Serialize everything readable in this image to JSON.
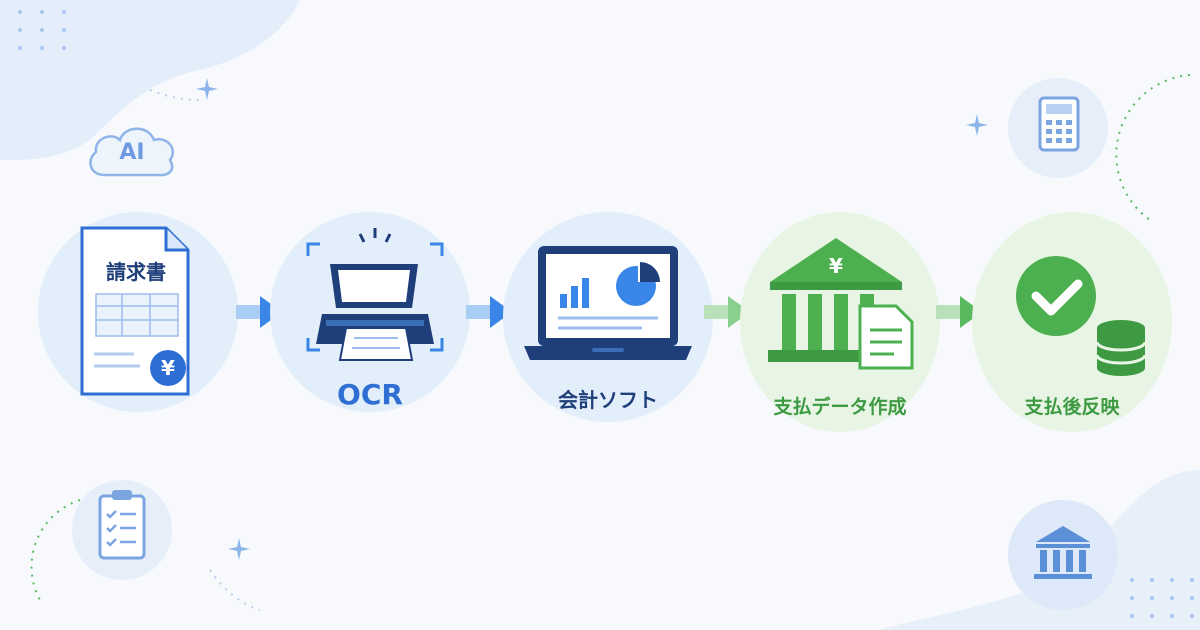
{
  "cloud_badge": "AI",
  "steps": [
    {
      "id": "invoice",
      "doc_title": "請求書",
      "currency": "¥"
    },
    {
      "id": "ocr",
      "label": "OCR"
    },
    {
      "id": "accounting",
      "label": "会計ソフト"
    },
    {
      "id": "payment",
      "label": "支払データ作成",
      "currency": "¥"
    },
    {
      "id": "reflect",
      "label": "支払後反映"
    }
  ],
  "colors": {
    "blue": "#3a86e8",
    "dark_blue": "#1f3f7a",
    "green": "#4caf50",
    "circle_blue": "#e3eefb",
    "circle_green": "#e8f5e4",
    "arrow_blue": "#4a9af0",
    "arrow_green": "#6cc070"
  },
  "icons": [
    "cloud-icon",
    "document-icon",
    "scanner-icon",
    "laptop-icon",
    "bank-icon",
    "check-icon",
    "database-icon",
    "calculator-icon",
    "clipboard-icon",
    "sparkle-icon"
  ]
}
